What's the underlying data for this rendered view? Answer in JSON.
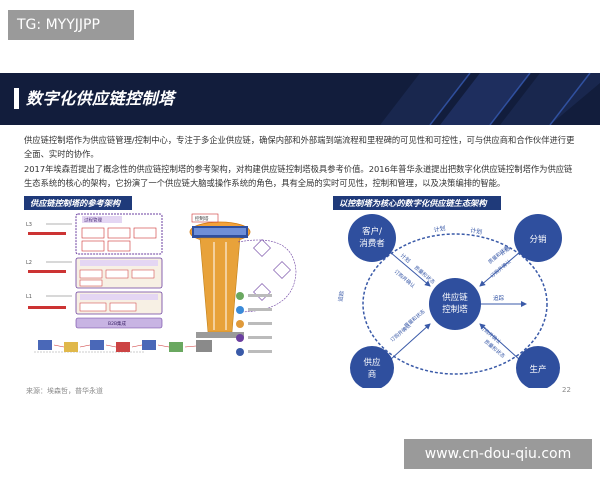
{
  "tag": "TG: MYYJJPP",
  "banner": {
    "title": "数字化供应链控制塔"
  },
  "paragraphs": {
    "p1": "供应链控制塔作为供应链管理/控制中心，专注于多企业供应链，确保内部和外部端到端流程和里程碑的可见性和可控性，可与供应商和合作伙伴进行更全面、实时的协作。",
    "p2": "2017年埃森哲提出了概念性的供应链控制塔的参考架构，对构建供应链控制塔极具参考价值。2016年普华永道提出把数字化供应链控制塔作为供应链生态系统的核心的架构，它扮演了一个供应链大脑或操作系统的角色，具有全局的实时可见性，控制和管理，以及决策编排的智能。"
  },
  "left_panel": {
    "title": "供应链控制塔的参考架构",
    "labels": {
      "level3": "L3",
      "level2": "L2",
      "level1": "L1",
      "process_mgmt": "过程管理",
      "control_tower": "控制塔",
      "b2b": "B2B集成"
    }
  },
  "right_panel": {
    "title": "以控制塔为核心的数字化供应链生态架构",
    "nodes": {
      "center": "供应链\n控制塔",
      "customer": "客户/\n消费者",
      "distribution": "分销",
      "supplier": "供应\n商",
      "production": "生产"
    },
    "edge_labels": {
      "plan_top": "计划",
      "plan_top2": "计划",
      "plan_left": "计划",
      "plan_right": "计划",
      "track": "追踪",
      "track2": "追踪",
      "order_exec": "订购并确认",
      "order_exec2": "订购并确认",
      "order_exec3": "订购并确认",
      "order_exec4": "订购并确认",
      "status1": "质量\n和状态",
      "status2": "质量\n和状态",
      "status3": "质量\n和状态",
      "status4": "质量\n和状态"
    }
  },
  "footer": {
    "source": "来源：埃森哲，普华永道",
    "page": "22"
  },
  "watermark": "www.cn-dou-qiu.com",
  "colors": {
    "banner": "#121d3c",
    "accent_blue": "#1f3a7a",
    "node_blue": "#2f4f9e",
    "arrow_blue": "#3a5aa8",
    "badge_gray": "#9a9a9a"
  }
}
